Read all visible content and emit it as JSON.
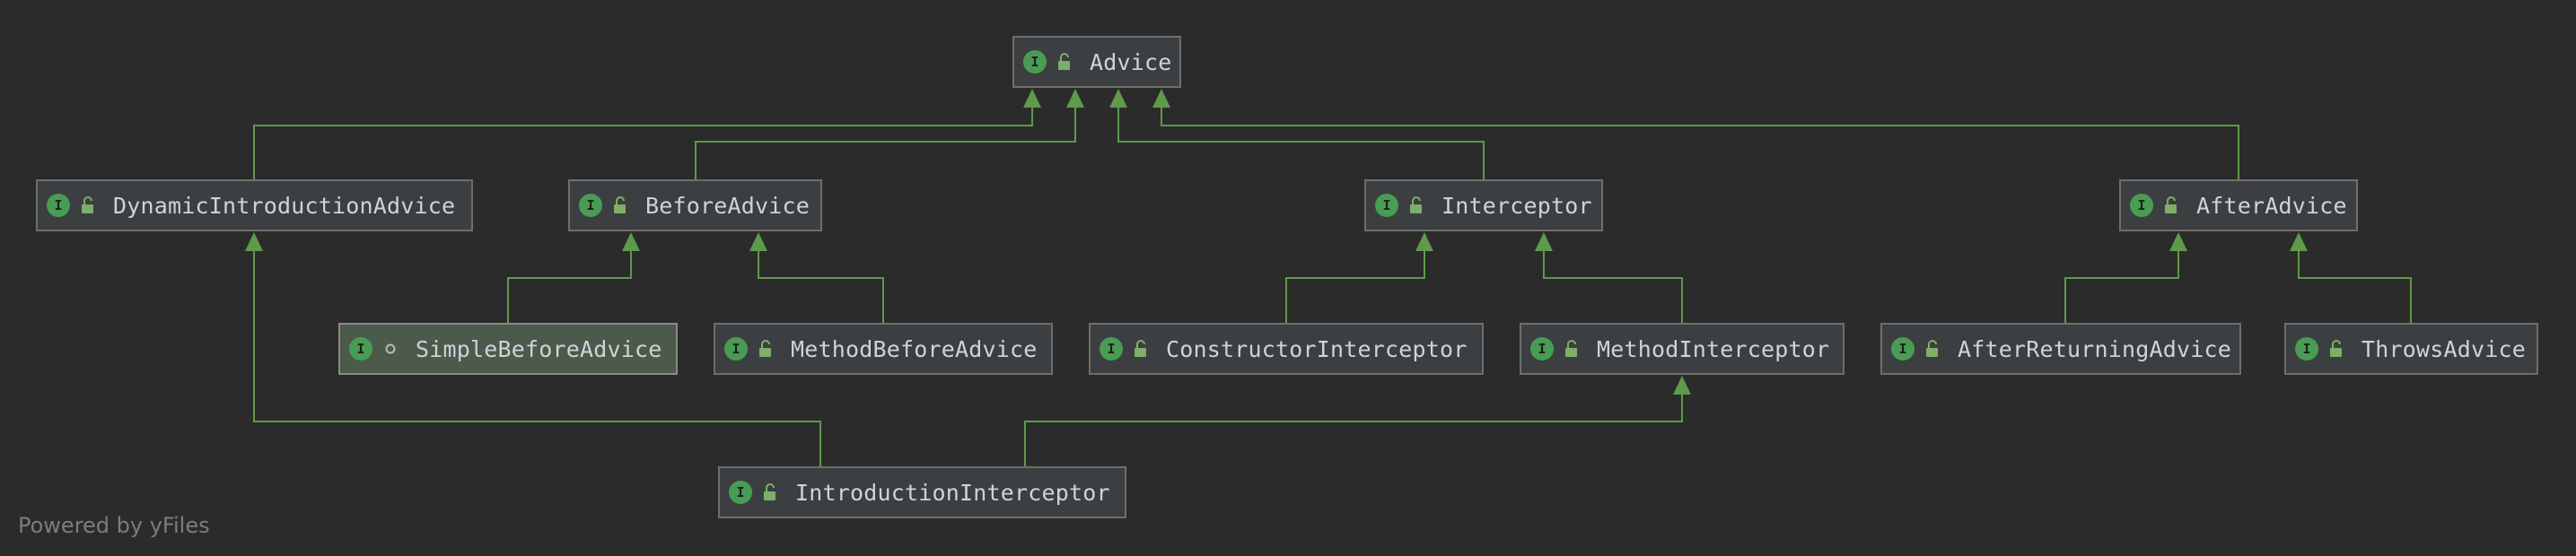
{
  "diagram": {
    "colors": {
      "background": "#2b2b2b",
      "edge": "#5e9a4a",
      "node_fill": "#3c3f41",
      "node_border": "#6e6e6e",
      "node_text": "#cfd3d7",
      "interface_badge": "#499c54"
    },
    "nodes": [
      {
        "id": "advice",
        "label": "Advice",
        "badge": "I",
        "access": "public"
      },
      {
        "id": "dynamic-introduction-advice",
        "label": "DynamicIntroductionAdvice",
        "badge": "I",
        "access": "public"
      },
      {
        "id": "before-advice",
        "label": "BeforeAdvice",
        "badge": "I",
        "access": "public"
      },
      {
        "id": "interceptor",
        "label": "Interceptor",
        "badge": "I",
        "access": "public"
      },
      {
        "id": "after-advice",
        "label": "AfterAdvice",
        "badge": "I",
        "access": "public"
      },
      {
        "id": "simple-before-advice",
        "label": "SimpleBeforeAdvice",
        "badge": "I",
        "access": "package",
        "selected": true
      },
      {
        "id": "method-before-advice",
        "label": "MethodBeforeAdvice",
        "badge": "I",
        "access": "public"
      },
      {
        "id": "constructor-interceptor",
        "label": "ConstructorInterceptor",
        "badge": "I",
        "access": "public"
      },
      {
        "id": "method-interceptor",
        "label": "MethodInterceptor",
        "badge": "I",
        "access": "public"
      },
      {
        "id": "after-returning-advice",
        "label": "AfterReturningAdvice",
        "badge": "I",
        "access": "public"
      },
      {
        "id": "throws-advice",
        "label": "ThrowsAdvice",
        "badge": "I",
        "access": "public"
      },
      {
        "id": "introduction-interceptor",
        "label": "IntroductionInterceptor",
        "badge": "I",
        "access": "public"
      }
    ],
    "edges": [
      {
        "from": "dynamic-introduction-advice",
        "to": "advice"
      },
      {
        "from": "before-advice",
        "to": "advice"
      },
      {
        "from": "interceptor",
        "to": "advice"
      },
      {
        "from": "after-advice",
        "to": "advice"
      },
      {
        "from": "simple-before-advice",
        "to": "before-advice"
      },
      {
        "from": "method-before-advice",
        "to": "before-advice"
      },
      {
        "from": "constructor-interceptor",
        "to": "interceptor"
      },
      {
        "from": "method-interceptor",
        "to": "interceptor"
      },
      {
        "from": "after-returning-advice",
        "to": "after-advice"
      },
      {
        "from": "throws-advice",
        "to": "after-advice"
      },
      {
        "from": "introduction-interceptor",
        "to": "dynamic-introduction-advice"
      },
      {
        "from": "introduction-interceptor",
        "to": "method-interceptor"
      }
    ],
    "footer": "Powered by yFiles"
  }
}
